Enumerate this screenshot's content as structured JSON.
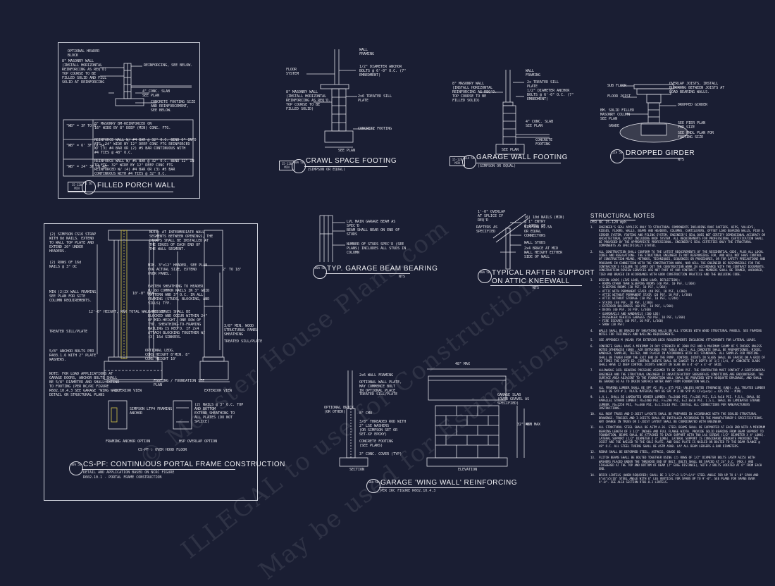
{
  "watermarks": [
    "© Monster House Plans.com",
    "ILLEGAL to use for Construction",
    "May be used for Estimations"
  ],
  "porch": {
    "labels": [
      "OPTIONAL HEADER\nBLOCK",
      "8\" MASONRY WALL\n(INSTALL HORIZONTAL\nREINFORCING AS REQ'D)\nTOP COURSE TO BE\nFILLED SOLID AND FILL\nSOLID AT REINFORCING",
      "REINFORCING, SEE BELOW.",
      "4\" CONC. SLAB\nSEE PLAN",
      "CONCRETE FOOTING SIZE\nAND REINFORCEMENT,\nSEE BELOW."
    ],
    "rows": [
      {
        "dim": "\"WB\" = 3F TO 6'",
        "text": "8\" MASONRY BM-REINFORCED ON\n16\" WIDE BY 8\" DEEP (MIN) CONC. FTG."
      },
      {
        "dim": "\"WB\" = 6' 3F TO 24\"",
        "text": "REINFORCE WALL W/ #4 BAR @ 32\" O.C. BEND 6\" INTO\nFTG. 24\" WIDE BY 12\" DEEP CONC FTG REINFORCED\nW/ (3) #4 BAR OR (2) #5 BAR CONTINUOUS WITH\n#4 TIES @ 48\" O.C."
      },
      {
        "dim": "\"WB\" = 24\" 3F TO 48\"",
        "text": "REINFORCE WALL W/ #5 BAR @ 32\" O.C. BEND 12\" IN\nTO FTG. 32\" WIDE BY 12\" DEEP CONC FTG\nREINFORCED W/ (4) #4 BAR OR (3) #5 BAR\nCONTINUOUS WITH #4 TIES @ 32\" O.C."
      }
    ],
    "scale": "15-120\nMIN",
    "num": "1\n5D",
    "title": "FILLED PORCH WALL"
  },
  "crawl": {
    "labels": [
      "WALL\nFRAMING",
      "FLOOR\nSYSTEM",
      "1/2\" DIAMETER ANCHOR\nBOLTS @ 6'-0\" O.C. (7\"\nEMBEDMENT)",
      "8\" MASONRY WALL\n(INSTALL HORIZONTAL\nREINFORCING AS REQ'D.\nTOP COURSE TO BE\nFILLED SOLID)",
      "2x6 TREATED SILL\nPLATE",
      "CONCRETE FOOTING",
      "SEE PLAN"
    ],
    "scale": "15-120\nMIN",
    "num": "10A\n5D",
    "title": "CRAWL SPACE FOOTING",
    "sub": "(SIMPSON OR EQUAL)"
  },
  "garage_wall": {
    "labels": [
      "WALL\nFRAMING",
      "8\" MASONRY WALL\n(INSTALL HORIZONTAL\nREINFORCING AS REQ'D.\nTOP COURSE TO BE\nFILLED SOLID)",
      "2x TREATED SILL\nPLATE",
      "1/2\" DIAMETER ANCHOR\nBOLTS @ 6'-0\" O.C. (7\"\nEMBEDMENT)",
      "4\" CONC. SLAB\nSEE PLAN",
      "CONCRETE\nFOOTING",
      "SEE PLAN"
    ],
    "scale": "15-120\nMIN",
    "num": "11A\n5D",
    "title": "GARAGE WALL FOOTING",
    "sub": "(SIMPSON OR EQUAL)"
  },
  "dropped": {
    "labels": [
      "SUB FLOOR",
      "OVERLAP JOISTS, INSTALL\nBLOCKING BETWEEN JOISTS AT\nLOAD BEARING WALLS.",
      "FLOOR JOIST",
      "DROPPED GIRDER",
      "BM. SOLID FILLED\nMASONRY COLUMN\nSEE PLAN",
      "GRADE",
      "SEE PIER PLAN\nFOR SIZE",
      "SEE FNDL PLAN FOR\nFOOTING SIZE"
    ],
    "num": "12A\n5D",
    "title": "DROPPED GIRDER",
    "sub": "NTS"
  },
  "portal": {
    "left_labels": [
      "(2) SIMPSON CS16 STRAP\nWITH 8d NAILS. EXTEND\nTO WALL TOP PLATE AND\nEXTEND 20\" UNDER\nHEADERS.",
      "(2) ROWS OF 16d\nNAILS @ 3\" OC",
      "MIN (2)2X WALL FRAMING,\nSEE PLAN FOR SITE\nCOLUMN REQUIREMENTS.",
      "TREATED SILL/PLATE",
      "5/8\" ANCHOR BOLTS PER\nR403.1.6 WITH 2\" PLATE\nWASHERS.",
      "NOTE: FOR LOAD APPLICATIONS AT\nGARAGE DOORS, ANCHOR BOLTS SHALL\nBE 5/8\" DIAMETER AND SHALL EXTEND\nTO FOOTING (PER NC/RC FIGURE\nR602.10.4.3 SEE GARAGE \"WING WALL\"\nDETAIL ON STRUCTURAL PLANS"
    ],
    "right_labels": [
      "NOTE: AT INTERMEDIATE WALL\nSEGMENTS BETWEEN OPENINGS, THE\nSTRAPS SHALL BE INSTALLED AT\nTHE EDGES OF EACH END OF\nTHE WALL SEGMENT.",
      "MIN. 3\"x12\" HEADER, SEE PLAN\nFOR ACTUAL SIZE, EXTEND\nOVER PANEL.",
      "FASTEN SHEATHING TO HEADER\nW/ 8d COMMON NAILS IN 3\" GRID\nPATTERN AND 3\" O.C. IN ALL\nFRAMING (STUDS, BLOCKING, AND\nSILLS) TYP.",
      "PANEL EDGES SHALL BE\nBLOCKED AND OCCUR WITHIN 24\"\nOF MID-HEIGHT. ONE ROW OF\nTYP. SHEATHING-TO-FRAMING\nNAILING IS REQ'D. IF 2x4\nATTACH BLOCKING TOGETHER W/\n(3) 16d SINKERS.",
      "OPTIONAL LEDG.\nCONS HEIGHT 8'MIN. 8\"\nCONS HEIGHT 10'",
      "FOOTING / FOUNDATION SEE\nPLAN"
    ],
    "dims": [
      "2' TO 18'",
      "10'-0\" MAX",
      "12'-0\" HEIGHT, MAX TOTAL WALL HEIGHT"
    ],
    "mid_labels": [
      "3/8\" MIN. WOOD\nSTRUCTURAL PANEL\nSHEATHING",
      "TREATED SILL/PLATE"
    ],
    "view_labels": [
      "INTERIOR VIEW",
      "EXTERIOR VIEW"
    ],
    "anchor_labels": [
      "SIMPSON LTP4 FRAMING\nANCHOR",
      "(2) NAILS @ 3\" O.C. TOP\nAND BOTTOM\nEXTEND SHEATHING TO\nALL PLATES (DO NOT\nSPLICE)"
    ],
    "sub_titles": [
      "FRAMING ANCHOR OPTION",
      "HSP OVERLAP OPTION"
    ],
    "footer": "CS-PF : OVER HOOD FLOOR",
    "num": "40S\n5D",
    "title": "CS-PF: CONTINUOUS PORTAL FRAME CONSTRUCTION",
    "sub1": "DETAIL AND APPLICATION BASED ON NCRC FIGURE",
    "sub2": "R602.10.1 - PORTAL FRAME CONSTRUCTION"
  },
  "beam": {
    "labels": [
      "LVL MAIN GARAGE BEAM AS\nSPEC'D",
      "BEAM SHALL BEAR ON END OF\nSTUDS",
      "NUMBER OF STUDS SPEC'D (SEE\nPLANS) INCLUDES ALL STUDS IN\nCOLUMN"
    ],
    "num": "20A\n5D",
    "title": "TYP. GARAGE BEAM BEARING",
    "sub": "NTS"
  },
  "rafter": {
    "labels": [
      "1'-0\" OVERLAP\nAT SPLICE IF\nREQ'D",
      "RAFTERS AS\nSPECIFIED",
      "(6) 10d NAILS (MIN)\n@ 1\" ENTRY\n@ (ORG) OF",
      "SIMPSON H2.5A\nOR EQUAL\nCONNECTORS",
      "2x4 BRACE AT MID\nWALL HEIGHT EITHER\nSIDE OF WALL",
      "WALL STUDS"
    ],
    "num": "30A\n5D",
    "title": "TYPICAL RAFTER SUPPORT",
    "title2": "ON ATTIC KNEEWALL",
    "sub": "NTS"
  },
  "wing": {
    "top_dim": "48\" MAX",
    "labels_left": [
      "2x6 WALL FRAMING",
      "OPTIONAL WALL PLATE,\nMAY COMMENCE BOLT\nIN OPTIONAL PLACE",
      "TREATED SILL/PLATE",
      "OPTIONAL BRICK\n(OR OTHER)",
      "8\" CMU",
      "3/8\" THREADED ROD WITH\n2\" LSE WASHERS\n(OR SIMPSON SET OR\nSET-XP EPOXY)",
      "CONCRETE FOOTING\n(SEE PLANS)",
      "3\" CONC. COVER (TYP)"
    ],
    "labels_right": [
      "GARAGE SLAB\n(OVER GRAVEL AS\nSPECIFIED)"
    ],
    "dims": [
      "32\" MIN",
      "48\" MAX"
    ],
    "views": [
      "SECTION",
      "ELEVATION"
    ],
    "num": "50A\n5D",
    "title": "GARAGE 'WING WALL' REINFORCING",
    "sub": "PER IRC FIGURE R602.10.4.3"
  },
  "notes": {
    "title": "STRUCTURAL NOTES",
    "sub": "PER NC 15-120 mph",
    "items": [
      "ENGINEER'S SEAL APPLIES ONLY TO STRUCTURAL COMPONENTS INCLUDING ROOF RAFTERS, HIPS, VALLEYS, RIDGES, FLOORS, WALLS, BEAMS AND HEADERS, COLUMNS, CANTILEVERS, OFFSET LOAD BEARING WALLS, PIER & GIRDER SYSTEM, FOOTING AND PILING SYSTEM. ENGINEER'S SEAL DOES NOT CERTIFY DIMENSIONAL ACCURACY OR ARCHITECTURAL LAYOUT INCLUDING ROOF SYSTEM. ALL REQUIREMENTS FOR PROFESSIONAL CERTIFICATION SHALL BE PROVIDED BY THE APPROPRIATE PROFESSIONAL. ENGINEER'S SEAL CERTIFIES ONLY THE STRUCTURAL COMPONENTS AS SPECIFICALLY STATED.",
      "ALL CONSTRUCTION SHALL CONFORM TO THE LATEST REQUIREMENTS OF THE RESIDENTIAL CODE, PLUS ALL LOCAL CODES AND REGULATIONS. THE STRUCTURAL ENGINEER IS NOT RESPONSIBLE FOR, AND WILL NOT HAVE CONTROL OF CONSTRUCTION MEANS, METHODS, TECHNIQUES, SEQUENCES OR PROCEDURES, OR FOR SAFETY PRECAUTIONS AND PROGRAMS IN CONNECTION WITH THE CONSTRUCTION WORK, NOR WILL THE ENGINEER BE RESPONSIBLE FOR THE CONTRACTOR'S FAILURE TO CARRY OUT THE CONSTRUCTION WORK IN ACCORDANCE WITH THE CONTRACT DOCUMENTS. CONSTRUCTION REVIEW SERVICES ARE NOT PART OF OUR CONTRACT. ALL MEMBERS SHALL BE FRAMED, ANCHORED, TIED AND BRACED IN ACCORDANCE WITH GOOD CONSTRUCTION PRACTICE AND THE BUILDING CODE.",
      "DESIGN LOADS (LIVE LOAD, DEAD LOAD, DEFLECTION):"
    ],
    "loads": [
      "ROOMS OTHER THAN SLEEPING ROOMS (40 PSF, 10 PSF, L/360)",
      "SLEEPING ROOMS (30 PSF, 10 PSF, L/360)",
      "ATTIC WITH PERMANENT STAIR (40 PSF, 10 PSF, L/360)",
      "ATTIC WITHOUT PERMANENT STAIR (20 PSF, 10 PSF, L/360)",
      "ATTIC WITHOUT STORAGE (10 PSF, 10 PSF, L/240)",
      "STAIRS (40 PSF, 10 PSF, L/360)",
      "EXTERIOR BALCONIES (60 PSF, 10 PSF, L/360)",
      "DECKS (40 PSF, 10 PSF, L/360)",
      "GUARDRAILS AND HANDRAILS (200 LBS)",
      "PASSENGER VEHICLE GARAGES (50 PSF, 10 PSF, L/360)",
      "FIRE ESCAPES (40 PSF, 10 PSF, L/360)",
      "SNOW (20 PSF)"
    ],
    "items2": [
      {
        "n": "4.",
        "t": "WALLS SHALL BE BRACED BY SHEATHING WALLS ON ALL STORIES WITH WOOD STRUCTURAL PANELS. SEE FRAMING NOTES FOR THICKNESS AND NAILING REQUIREMENTS."
      },
      {
        "n": "5.",
        "t": "SEE APPENDIX M (NCAB) FOR EXTERIOR DECK REQUIREMENTS INCLUDING ATTACHMENTS FOR LATERAL LOADS."
      },
      {
        "n": "6.",
        "t": "CONCRETE SHALL HAVE A MINIMUM 28 DAY STRENGTH OF 3000 PSI AND A MAXIMUM SLUMP OF 5 INCHES UNLESS NOTED OTHERWISE (UNO). AIR ENTRAINED PER TABLE 402.2. ALL CONCRETE SHALL BE PROPORTIONED, MIXED, HANDLED, SAMPLED, TESTED, AND PLACED IN ACCORDANCE WITH ACI STANDARDS. ALL SAMPLES FOR PORTING SHALL BE TAKEN FROM THE EXIT END OF THE PUMP. CONTROL JOINTS IN SLABS SHALL BE SPACED ON A GRID OF 30 TIMES THE DEPTH ED. CONTROL JOINTS SHALL BE SAWCUT TO A DEPTH OF 1/3 (1/4, 4\" CONCRETE SLABS SHALL HAVE 12 DEEP CONTROL JOINTS SAWCUT IN SLAB ON A 4'-0\" x 4'-0\" GRID."
      },
      {
        "n": "7.",
        "t": "ALLOWABLE SOIL BEARING PRESSURE ASSUMED TO BE 2000 PSF. THE CONTRACTOR MUST CONTACT A GEOTECHNICAL ENGINEER AND THE STRUCTURAL ENGINEER IF UNSATISFACTORY SUBSURFACE CONDITIONS ARE ENCOUNTERED. THE SURFACE AREA ADJACENT TO THE FOUNDATION WALL SHALL BE PROVIDED WITH ADEQUATE DRAINAGE, AND SHALL BE GRADED SO AS TO DRAIN SURFACE WATER AWAY FROM FOUNDATION WALLS."
      },
      {
        "n": "8.",
        "t": "ALL FRAMING LUMBER SHALL BE SPF #2 (Fb = 875 PSI) UNLESS NOTED OTHERWISE (UNO). ALL TREATED LUMBER SHALL BE SYP # 2. PLATE MATERIAL MAY BE SPF # 3 OR SYP #3 (Fv(perp) = 425 PSI - MIN)."
      },
      {
        "n": "9.",
        "t": "L.V.L. SHALL BE LAMINATED VENEER LUMBER: Fb=2600 PSI, Fv=285 PSI, E=1.9x10 PSI. P.S.L. SHALL BE PARALLEL STRAND LUMBER: Fb=2400 PSI, Fv=290 PSI, E=2.0x10 PSI. L.S.L. SHALL BE LAMINATED STRAND LUMBER: Fb=2250 PSI, Fv=400 PSI, E=1.55x10 PSI. INSTALL ALL CONNECTIONS PER MANUFACTURERS INSTRUCTIONS."
      },
      {
        "n": "10.",
        "t": "ALL ROOF TRUSS AND I-JOIST LAYOUTS SHALL BE PREPARED IN ACCORDANCE WITH THE SEALED STRUCTURAL DRAWINGS. TRUSSES AND I-JOISTS SHALL BE INSTALLED ACCORDING TO THE MANUFACTURER'S SPECIFICATIONS. ANY CHANGE IN TRUSS OR I-JOIST LAYOUT SHALL BE COORDINATED WITH ENGINEER."
      },
      {
        "n": "11.",
        "t": "ALL STRUCTURAL STEEL SHALL BE ASTM A-36. STEEL BEAMS SHALL BE SUPPORTED AT EACH END WITH A MINIMUM BEARING LENGTH OF 3 1/2\" INCHES AND FULL FLANGE WIDTH. PROVIDE SOLID BEARING FROM BEAM SUPPORT TO FOUNDATION. BEAMS SHALL BE ATTACHED TO EACH SUPPORT WITH TWO LAG SCREWS (1/2\" DIAMETER X 4\" LONG). LATERAL SUPPORT (1/2\" DIAMETER X 4\" LONG). LATERAL SUPPORT IS CONSIDERED ADEQUATE PROVIDED THE JOIST ARE TOE NAILED TO THE SOLE PLATE, AND SOLE PLATE IS NAILED OR BOLTED TO THE BEAM FLANGE @ 48\" O.C. ALL STEEL TUBING SHALL BE ASTM A500. LAY ALL BEAM LEDGERS & BAR DIAMETERS."
      },
      {
        "n": "12.",
        "t": "REBAR SHALL BE DEFORMED STEEL, ASTM615, GRADE 60."
      },
      {
        "n": "13.",
        "t": "FLITCH BEAMS SHALL BE BOLTED TOGETHER USING (2) ROWS OF 1/2\" DIAMETER BOLTS (ASTM A325) WITH WASHERS PLACED UNDER THE THREADED END OF BOLT. BOLTS SHALL BE SPACED AT 24\" O.C. (MAX.) AND STAGGERED AT THE TOP AND BOTTOM OF BEAM (2\" EDGE DISTANCE), WITH 2 BOLTS LOCATED AT 6\" FROM EACH END."
      },
      {
        "n": "14.",
        "t": "BRICK LINTELS (WHEN REQUIRED) SHALL BE 3 1/2\"x3 1/2\"x1/4\" STEEL ANGLE FOR UP TO 6'-0\" SPAN AND 6\"x4\"x5/16\" STEEL ANGLE WITH 6\" LEG VERTICAL FOR SPANS UP TO 9'-0\". SEE PLANS FOR SPANS OVER 9'-0\". SEE ALSO SECTION R703.8.3 LINTELS."
      }
    ]
  }
}
